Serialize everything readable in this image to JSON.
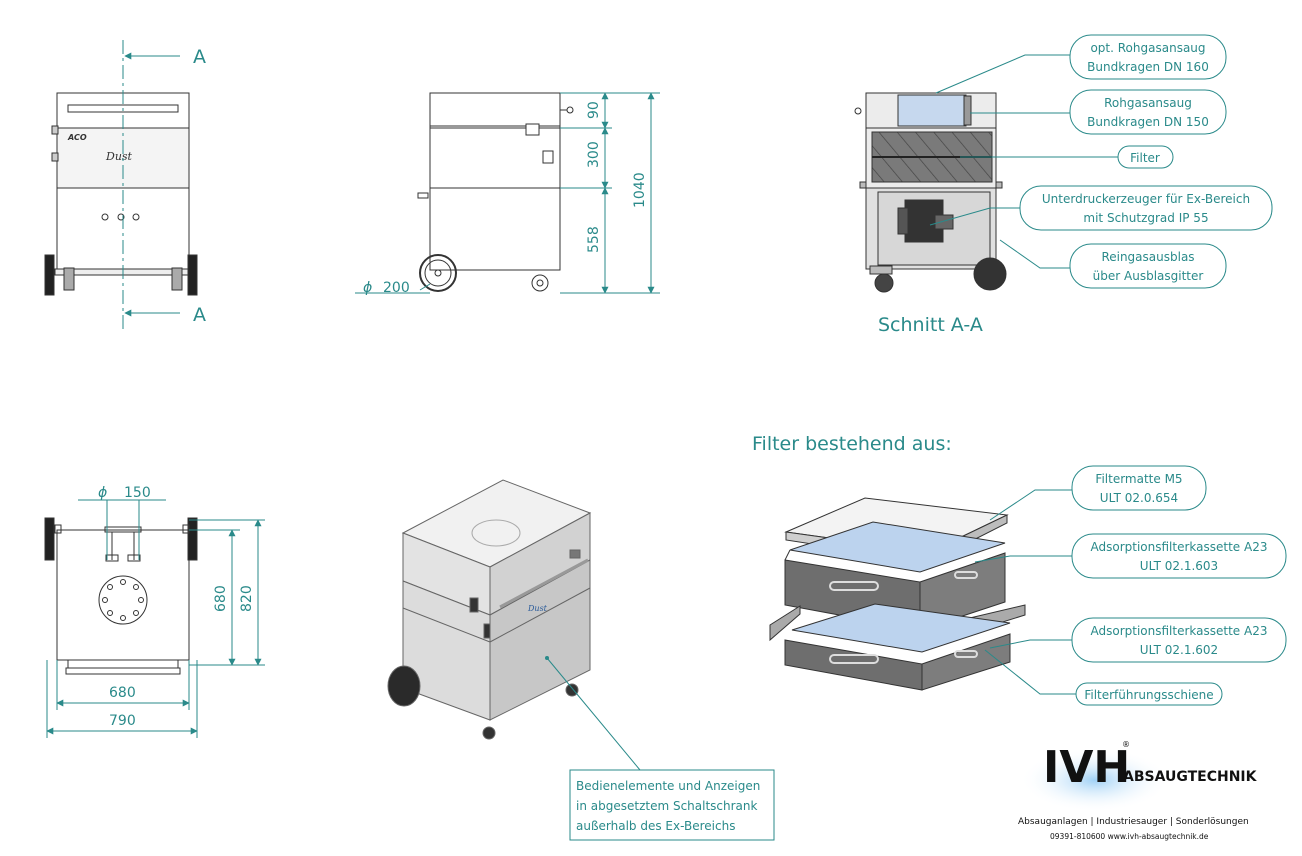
{
  "section_labels": {
    "section_a_top": "A",
    "section_a_bottom": "A",
    "section_title": "Schnitt A-A",
    "filter_heading": "Filter bestehend aus:"
  },
  "dimensions": {
    "d90": "90",
    "d300": "300",
    "d558": "558",
    "d1040": "1040",
    "wheel_diameter": "200",
    "inlet_diameter": "150",
    "d680_vertical": "680",
    "d820": "820",
    "d680_horizontal": "680",
    "d790": "790"
  },
  "callouts": {
    "opt_inlet_1": "opt. Rohgasansaug",
    "opt_inlet_2": "Bundkragen DN 160",
    "inlet_1": "Rohgasansaug",
    "inlet_2": "Bundkragen DN 150",
    "filter": "Filter",
    "fan_1": "Unterdruckerzeuger für Ex-Bereich",
    "fan_2": "mit Schutzgrad IP 55",
    "exhaust_1": "Reingasausblas",
    "exhaust_2": "über Ausblasgitter",
    "mat_1": "Filtermatte M5",
    "mat_2": "ULT 02.0.654",
    "cassette1_1": "Adsorptionsfilterkassette A23",
    "cassette1_2": "ULT 02.1.603",
    "cassette2_1": "Adsorptionsfilterkassette A23",
    "cassette2_2": "ULT 02.1.602",
    "rail": "Filterführungsschiene",
    "controls_1": "Bedienelemente und Anzeigen",
    "controls_2": "in abgesetztem Schaltschrank",
    "controls_3": "außerhalb des Ex-Bereichs"
  },
  "logo": {
    "ivh": "IVH",
    "registered": "®",
    "absaugtechnik": "ABSAUGTECHNIK",
    "tagline": "Absauganlagen | Industriesauger | Sonderlösungen",
    "contact": "09391-810600 www.ivh-absaugtechnik.de"
  },
  "colors": {
    "annotation": "#2a8a8a",
    "drawing": "#333333",
    "filter_blue": "#bcd3ee",
    "cabinet_grey": "#d5d5d5"
  }
}
